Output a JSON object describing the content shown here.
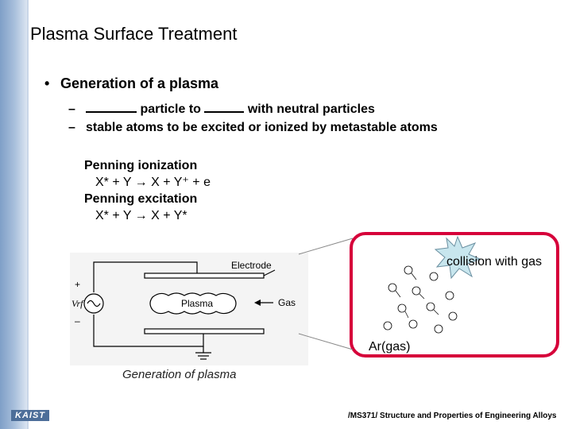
{
  "slide": {
    "title": "Plasma Surface Treatment",
    "bullet": "Generation of a plasma",
    "sub1_part1": "particle to",
    "sub1_part2": "with neutral particles",
    "sub2": "stable atoms to be excited or ionized by metastable atoms",
    "dash": "–",
    "bullet_symbol": "•"
  },
  "equations": {
    "penning_ionization_label": "Penning ionization",
    "penning_ionization_eq": "X* + Y → X + Y⁺ + e",
    "penning_excitation_label": "Penning excitation",
    "penning_excitation_eq": "X* + Y → X + Y*"
  },
  "figure": {
    "electrode_label": "Electrode",
    "plasma_label": "Plasma",
    "gas_label": "Gas",
    "vrf_label": "Vrf",
    "plus": "+",
    "minus": "–",
    "caption": "Generation of plasma"
  },
  "zoom": {
    "collision_label": "collision with gas",
    "ar_label": "Ar(gas)"
  },
  "footer": {
    "logo": "KAIST",
    "course": "/MS371/ Structure and Properties of Engineering Alloys"
  },
  "colors": {
    "zoom_border": "#d6003a",
    "burst_fill": "#c8e6ee",
    "sidebar": "#7f9fc7"
  }
}
